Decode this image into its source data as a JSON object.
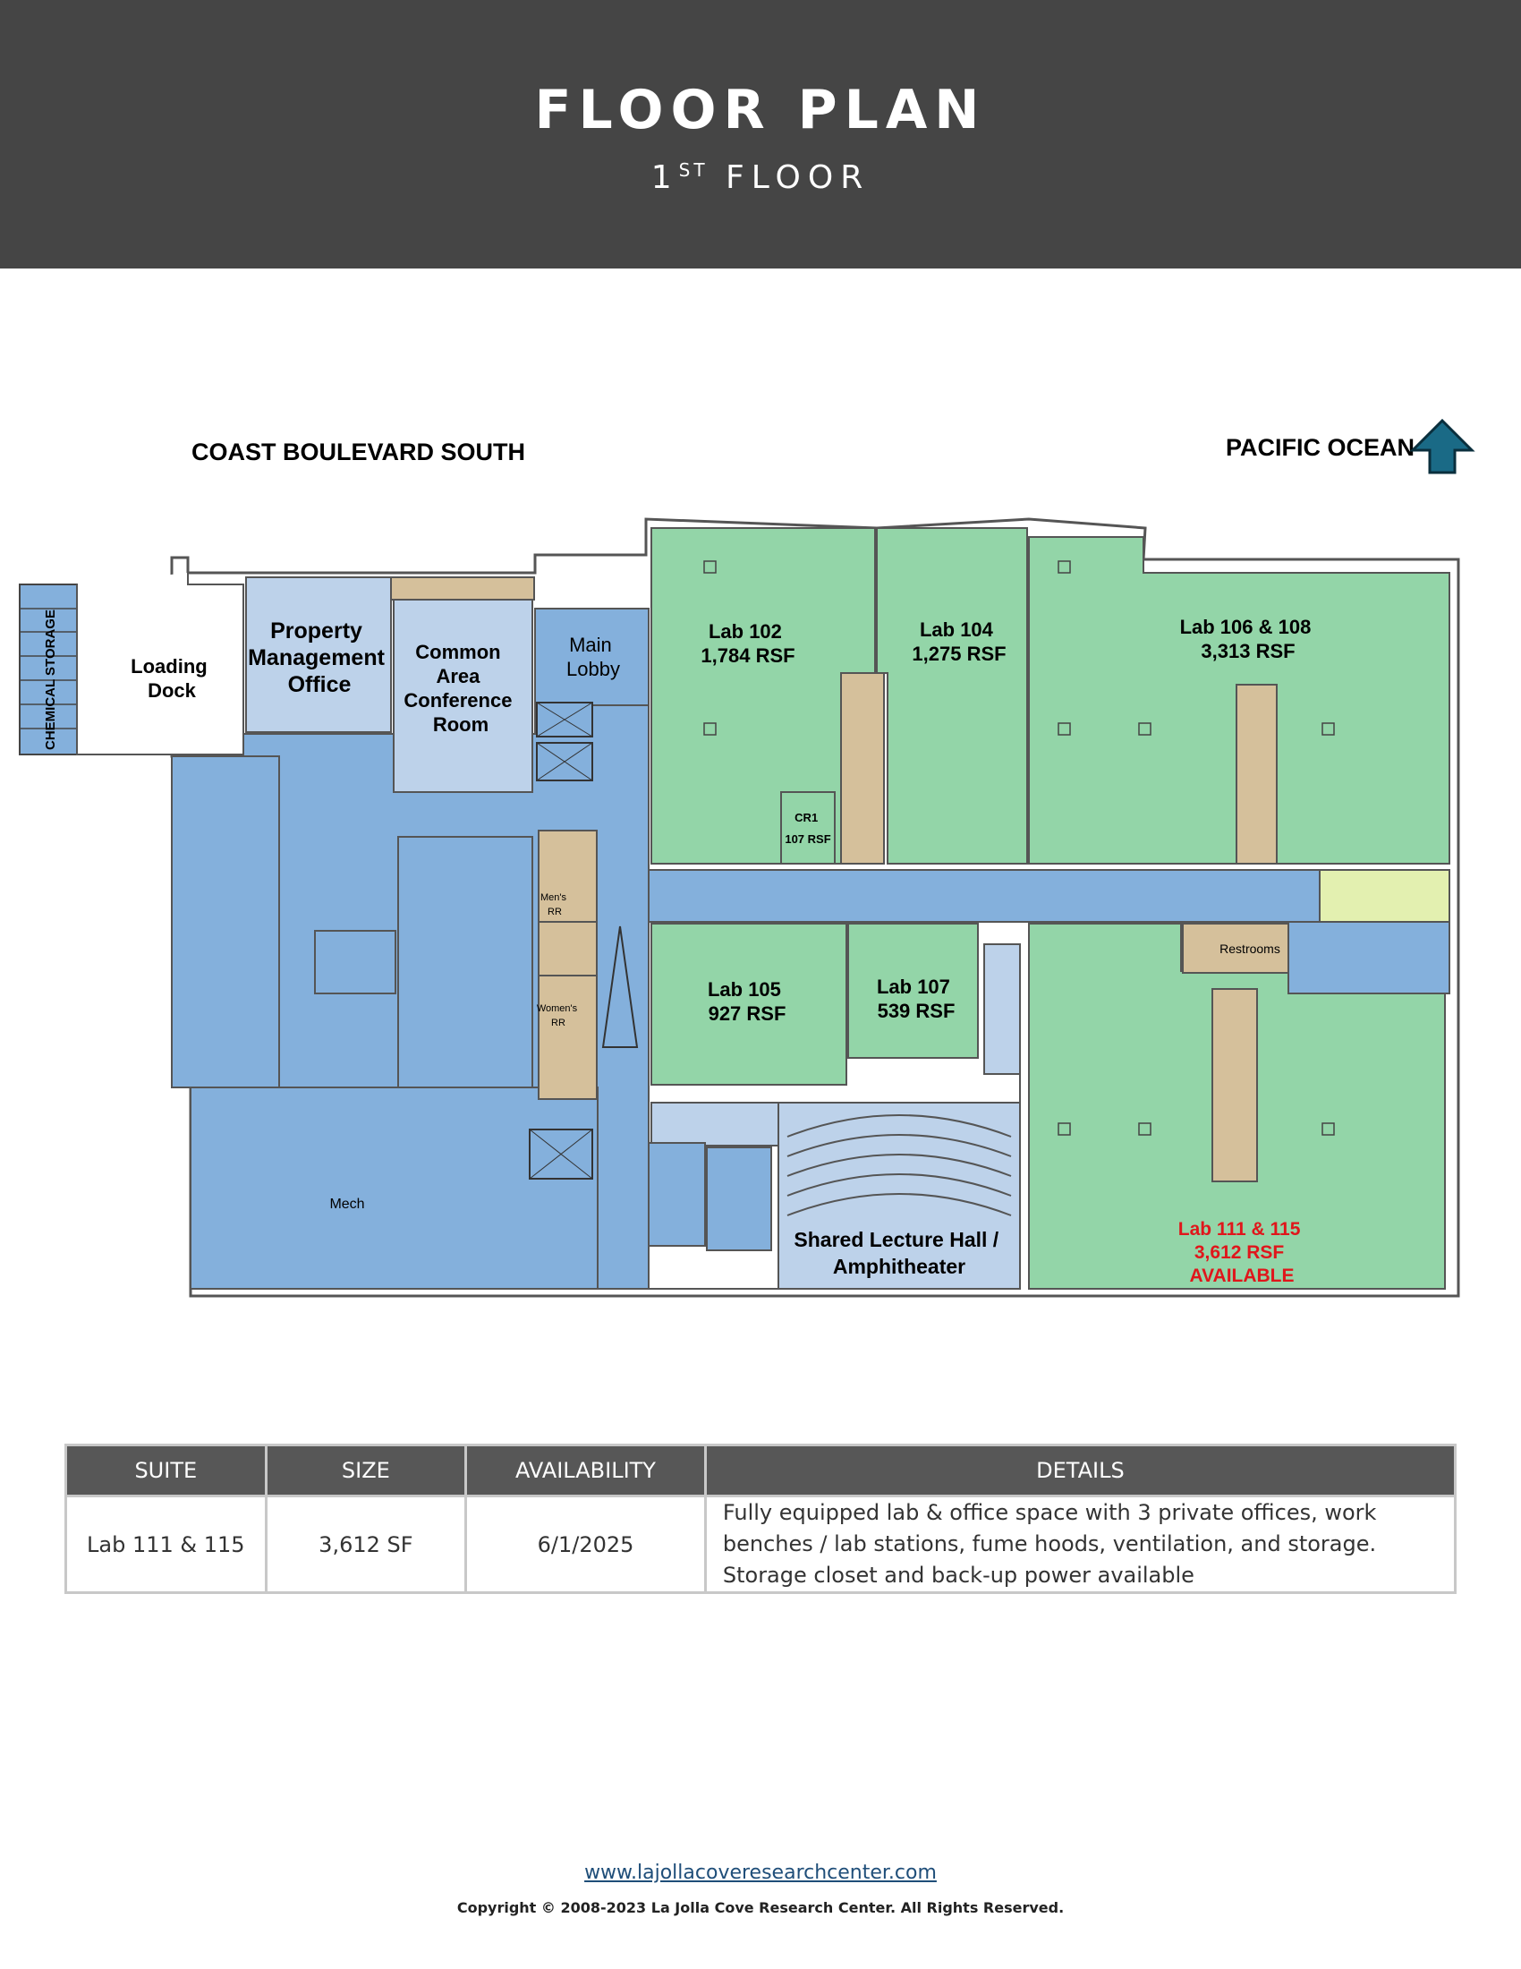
{
  "header": {
    "title": "FLOOR PLAN",
    "subtitle_number": "1",
    "subtitle_suffix": "ST",
    "subtitle_text": "FLOOR"
  },
  "plan": {
    "street_label": "COAST BOULEVARD SOUTH",
    "ocean_label": "PACIFIC OCEAN",
    "colors": {
      "lab": "#93d5a8",
      "common": "#84b0dc",
      "office": "#bdd2ea",
      "service": "#d5c09b",
      "vestibule": "#e3f0b0",
      "available": "#e0161b",
      "arrow": "#1a6a86"
    },
    "rooms": {
      "chemical_storage": "CHEMICAL STORAGE",
      "loading_dock": [
        "Loading",
        "Dock"
      ],
      "property_management": [
        "Property",
        "Management",
        "Office"
      ],
      "conference": [
        "Common",
        "Area",
        "Conference",
        "Room"
      ],
      "main_lobby": [
        "Main",
        "Lobby"
      ],
      "lab_102": [
        "Lab 102",
        "1,784 RSF"
      ],
      "lab_104": [
        "Lab 104",
        "1,275 RSF"
      ],
      "lab_106_108": [
        "Lab 106 & 108",
        "3,313 RSF"
      ],
      "cr1": [
        "CR1",
        "107 RSF"
      ],
      "lab_105": [
        "Lab 105",
        "927 RSF"
      ],
      "lab_107": [
        "Lab 107",
        "539 RSF"
      ],
      "lab_111_115": [
        "Lab 111 & 115",
        "3,612 RSF",
        "AVAILABLE"
      ],
      "restrooms": "Restrooms",
      "mens_rr": [
        "Men's",
        "RR"
      ],
      "womens_rr": [
        "Women's",
        "RR"
      ],
      "lecture_hall": [
        "Shared Lecture Hall /",
        "Amphitheater"
      ],
      "mech": "Mech"
    }
  },
  "table": {
    "headers": [
      "SUITE",
      "SIZE",
      "AVAILABILITY",
      "DETAILS"
    ],
    "rows": [
      {
        "suite": "Lab 111 & 115",
        "size": "3,612 SF",
        "availability": "6/1/2025",
        "details": "Fully equipped lab & office space with 3 private offices, work benches / lab stations, fume hoods, ventilation, and storage. Storage closet and back-up power available"
      }
    ]
  },
  "footer": {
    "website": "www.lajollacoveresearchcenter.com",
    "copyright": "Copyright © 2008-2023 La Jolla Cove Research Center. All Rights Reserved."
  }
}
